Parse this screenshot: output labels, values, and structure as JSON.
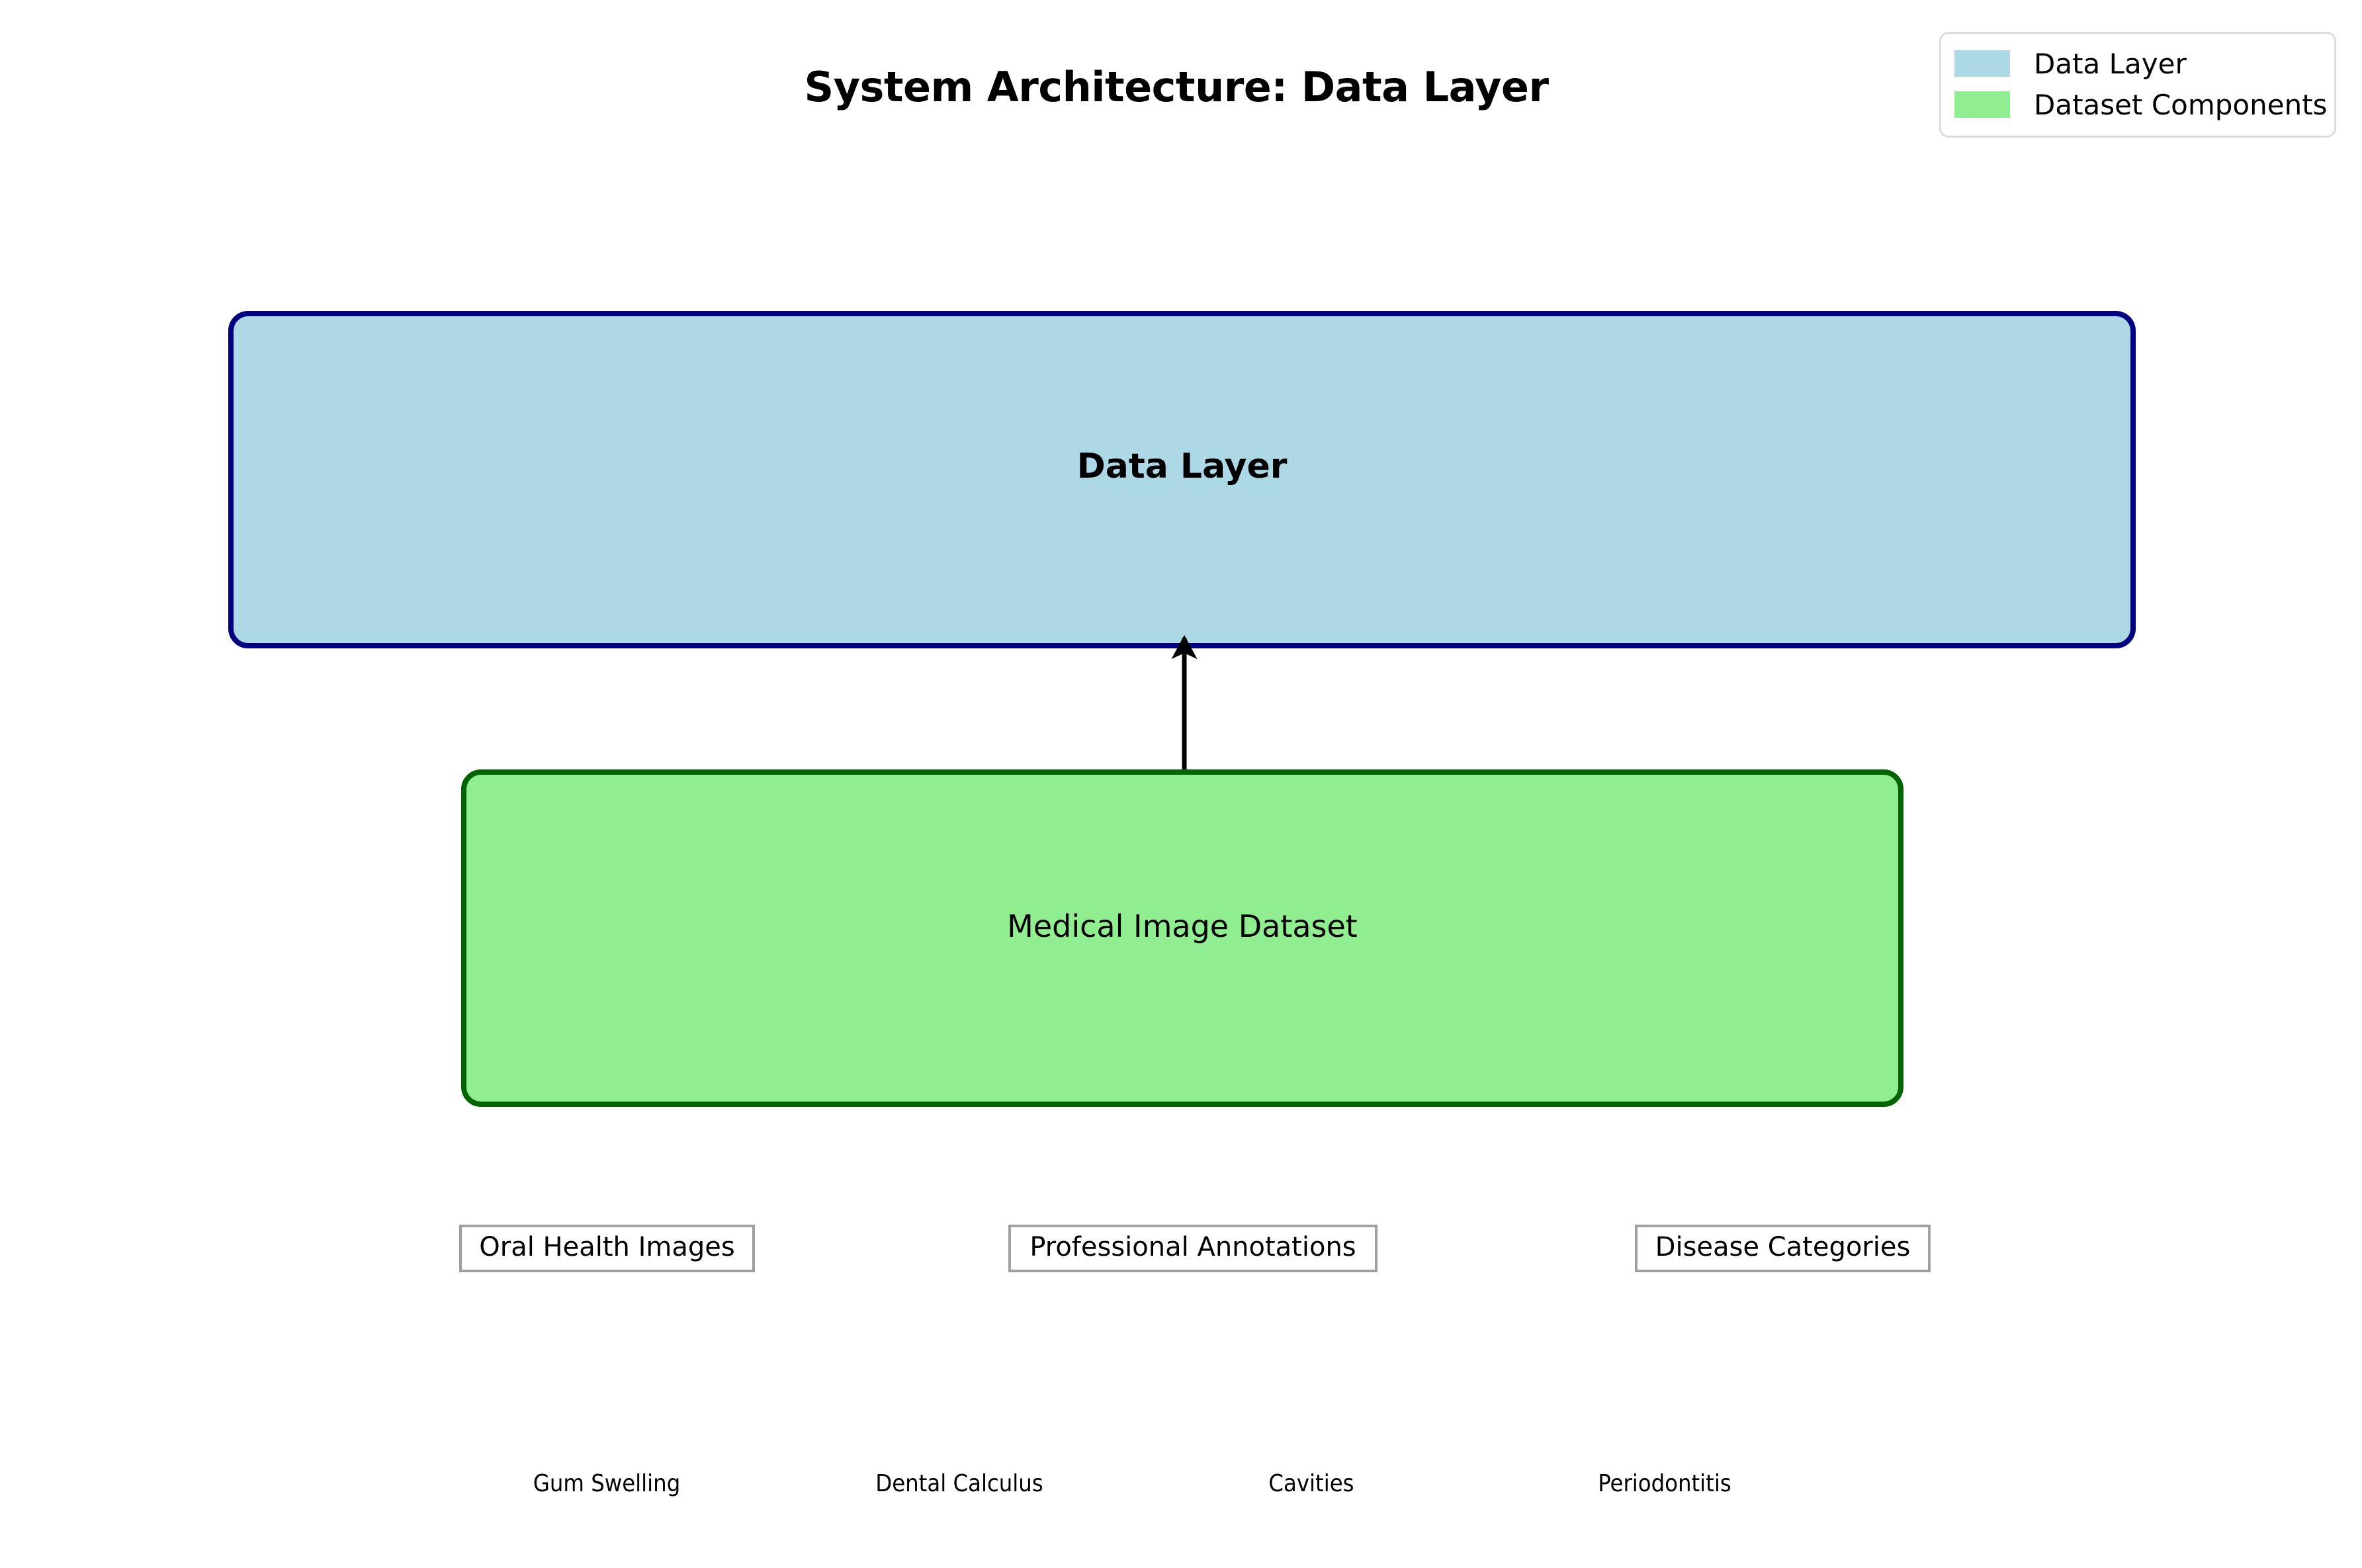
{
  "title": "System Architecture: Data Layer",
  "legend": {
    "items": [
      {
        "label": "Data Layer",
        "color": "#ADD8E6"
      },
      {
        "label": "Dataset Components",
        "color": "#90EE90"
      }
    ]
  },
  "layers": [
    {
      "id": "data-layer",
      "label": "Data Layer",
      "fill": "#ADD8E6",
      "border": "#000080"
    },
    {
      "id": "dataset",
      "label": "Medical Image Dataset",
      "fill": "#90EE90",
      "border": "#006400"
    }
  ],
  "connections": [
    {
      "from": "dataset",
      "to": "data-layer",
      "direction": "up",
      "color": "#000000"
    }
  ],
  "components": [
    {
      "label": "Oral Health Images"
    },
    {
      "label": "Professional Annotations"
    },
    {
      "label": "Disease Categories"
    }
  ],
  "diseases": [
    {
      "label": "Gum Swelling"
    },
    {
      "label": "Dental Calculus"
    },
    {
      "label": "Cavities"
    },
    {
      "label": "Periodontitis"
    }
  ],
  "colors": {
    "background": "#ffffff",
    "data_layer_fill": "#ADD8E6",
    "data_layer_border": "#000080",
    "dataset_fill": "#90EE90",
    "dataset_border": "#006400",
    "component_border": "#a0a0a0",
    "legend_border": "#dcdcdc",
    "text": "#000000"
  }
}
